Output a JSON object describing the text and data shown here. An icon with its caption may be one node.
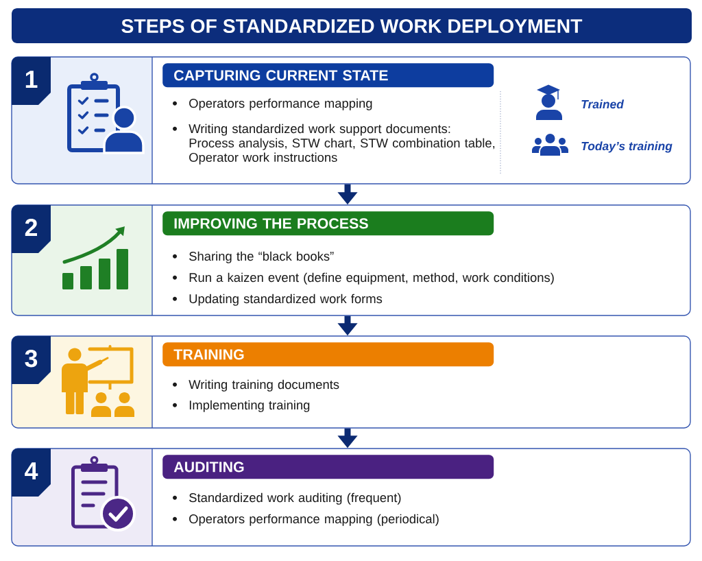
{
  "diagram": {
    "title": "STEPS OF STANDARDIZED WORK DEPLOYMENT",
    "nodes": [
      {
        "text": [
          "Operators performance mapping",
          "Writing standardized work support documents: Process analysis, STW chart, STW combination table, Operator work instructions"
        ]
      },
      {
        "text": [
          "1"
        ],
        "in": 0
      },
      {
        "text": [
          "CAPTURING CURRENT STATE"
        ],
        "in": 0
      },
      {
        "text": [
          "Sharing the “black books”",
          "Run a kaizen event (define equipment, method, work conditions)",
          "Updating standardized work forms"
        ]
      },
      {
        "text": [
          "2"
        ],
        "in": 3
      },
      {
        "text": [
          "IMPROVING THE PROCESS"
        ],
        "in": 3
      },
      {
        "text": [
          "Writing training documents",
          "Implementing training"
        ]
      },
      {
        "text": [
          "3"
        ],
        "in": 6
      },
      {
        "text": [
          "TRAINING"
        ],
        "in": 6
      },
      {
        "text": [
          "Standardized work auditing (frequent)",
          "Operators performance mapping (periodical)"
        ]
      },
      {
        "text": [
          "4"
        ],
        "in": 9
      },
      {
        "text": [
          "AUDITING"
        ],
        "in": 9
      }
    ],
    "edges": [
      {
        "from": 0,
        "to": 3,
        "arrow": "to"
      },
      {
        "from": 3,
        "to": 6,
        "arrow": "to"
      },
      {
        "from": 6,
        "to": 9,
        "arrow": "to"
      }
    ],
    "legend": [
      {
        "text": "Trained"
      },
      {
        "text": "Today’s training"
      }
    ]
  }
}
